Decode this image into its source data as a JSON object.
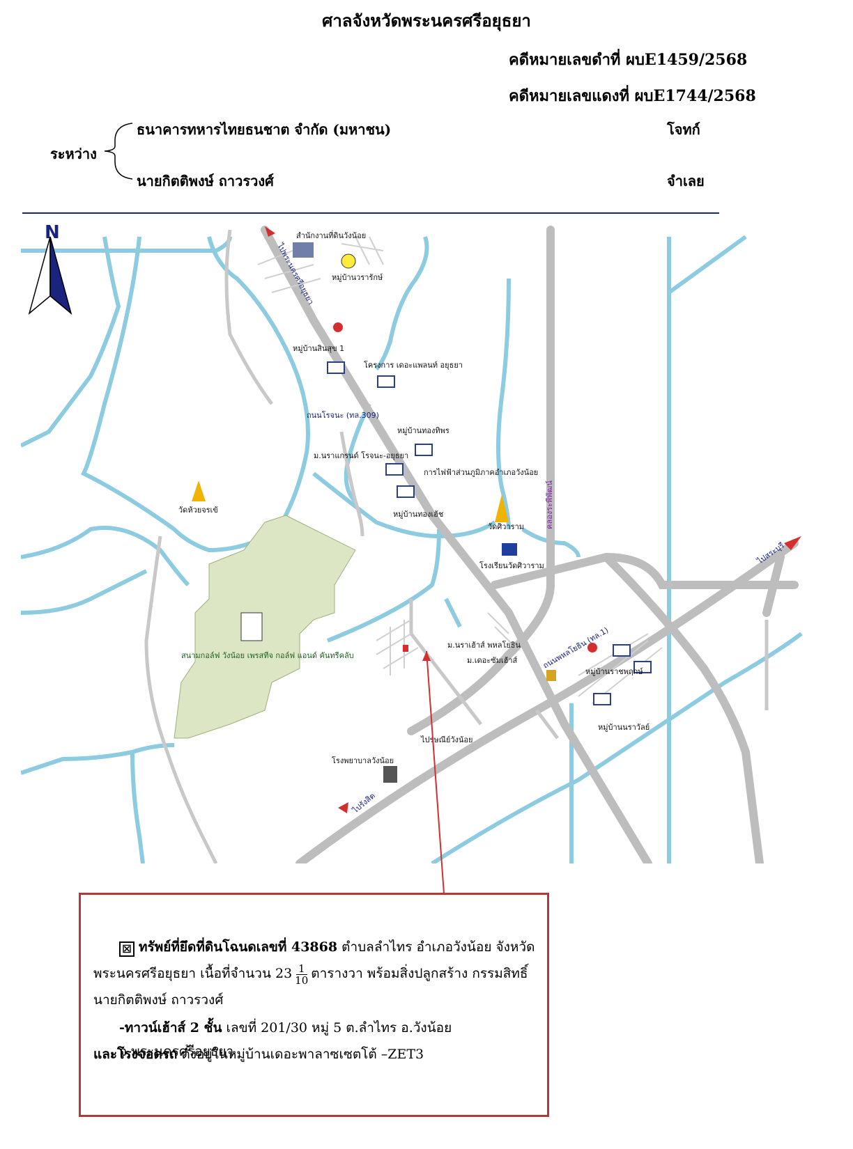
{
  "header": {
    "court": "ศาลจังหวัดพระนครศรีอยุธยา",
    "black_case": "คดีหมายเลขดำที่  ผบE1459/2568",
    "red_case": "คดีหมายเลขแดงที่  ผบE1744/2568",
    "between_label": "ระหว่าง",
    "plaintiff_name": "ธนาคารทหารไทยธนชาต จำกัด (มหาชน)",
    "plaintiff_role": "โจทก์",
    "defendant_name": "นายกิตติพงษ์ ถาวรวงศ์",
    "defendant_role": "จำเลย"
  },
  "map": {
    "north_label": "N",
    "labels": {
      "land_office": "สำนักงานที่ดินวังน้อย",
      "to_ayutthaya": "ไปพระนครศรีอยุธยา",
      "village_waraluck": "หมู่บ้านวรารักษ์",
      "village_sinsuk": "หมู่บ้านสินสุข 1",
      "the_plant": "โครงการ เดอะแพลนท์ อยุธยา",
      "rojana_road": "ถนนโรจนะ (ทล.309)",
      "village_thongthip": "หมู่บ้านทองทิพร",
      "narakorn": "ม.นราแกรนด์ โรจนะ-อยุธยา",
      "pea": "การไฟฟ้าส่วนภูมิภาคอำเภอวังน้อย",
      "temple_huaijonkhe": "วัดห้วยจรเข้",
      "village_thongcheng": "หมู่บ้านทองเฮ้ช",
      "wat_siwaram": "วัดศิวาราม",
      "school": "โรงเรียนวัดศิวาราม",
      "canal": "คลองระพีพัฒน์",
      "to_saraburi": "ไปสระบุรี",
      "golf": "สนามกอล์ฟ วังน้อย เพรสทีจ กอล์ฟ แอนด์ คันทรีคลับ",
      "phahonyothin": "ถนนพหลโยธิน (ทล.1)",
      "narahouse": "ม.นราเฮ้าส์ พหลโยธิน",
      "the_house": "ม.เดอะซัมเฮ้าส์",
      "village_ratchaphruek": "หมู่บ้านราชพฤกษ์",
      "post_office": "ไปรษณีย์วังน้อย",
      "village_narai": "หมู่บ้านนราวัลย์",
      "hospital": "โรงพยาบาลวังน้อย",
      "to_rangsit": "ไปรังสิต"
    }
  },
  "info": {
    "checkbox": "☒",
    "line1_bold": "ทรัพย์ที่ยึดที่ดินโฉนดเลขที่ 43868",
    "line1_rest": " ตำบลลำไทร อำเภอวังน้อย จังหวัด",
    "line2_a": "พระนครศรีอยุธยา  เนื้อที่จำนวน 23",
    "frac_num": "1",
    "frac_den": "10",
    "line2_b": "ตารางวา พร้อมสิ่งปลูกสร้าง กรรมสิทธิ์",
    "line3": "นายกิตติพงษ์ ถาวรวงศ์",
    "line4_bold": "-ทาวน์เฮ้าส์ 2 ชั้น",
    "line4_rest": "  เลขที่ 201/30 หมู่ 5 ต.ลำไทร อ.วังน้อย จ.พระนครศรีอยุธยา",
    "line5_bold": "และโรงจอดรถ",
    "line5_rest": " ตั้งอยู่ในหมู่บ้านเดอะพาลาซเซตโต้ –ZET3"
  }
}
